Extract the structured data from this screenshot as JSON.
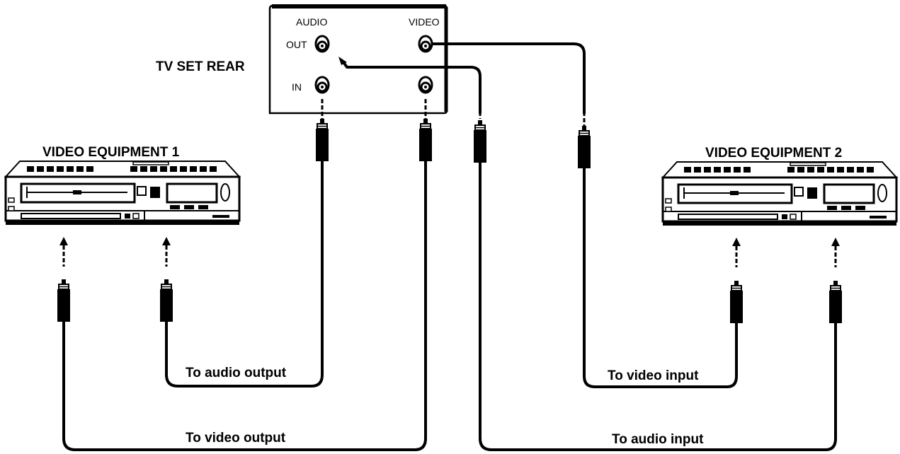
{
  "tv_panel": {
    "title": "TV SET REAR",
    "audio_label": "AUDIO",
    "video_label": "VIDEO",
    "out_label": "OUT",
    "in_label": "IN"
  },
  "equipment": {
    "left_label": "VIDEO EQUIPMENT 1",
    "right_label": "VIDEO EQUIPMENT 2"
  },
  "cables": {
    "audio_output": "To audio output",
    "video_output": "To video output",
    "video_input": "To video input",
    "audio_input": "To audio input"
  }
}
